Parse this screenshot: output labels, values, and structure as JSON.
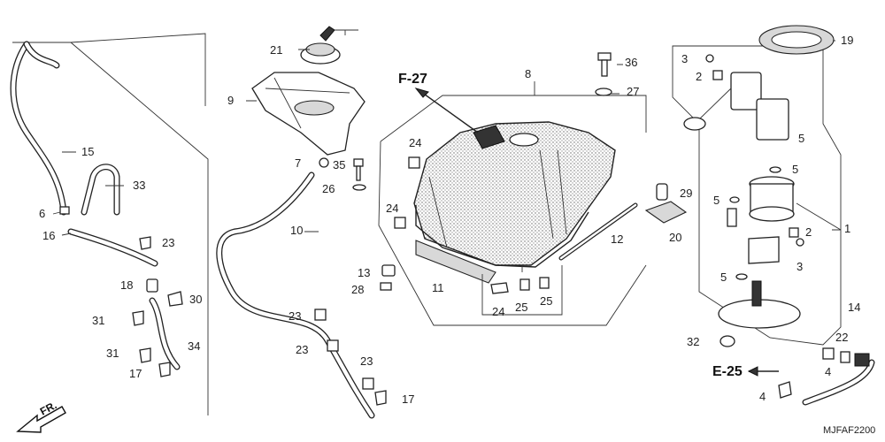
{
  "diagram_code": "MJFAF2200",
  "direction_label": "FR.",
  "refs": {
    "frame": "F-27",
    "electrical": "E-25"
  },
  "callouts": [
    {
      "id": "c1",
      "text": "1"
    },
    {
      "id": "c2a",
      "text": "2"
    },
    {
      "id": "c2b",
      "text": "2"
    },
    {
      "id": "c3a",
      "text": "3"
    },
    {
      "id": "c3b",
      "text": "3"
    },
    {
      "id": "c4a",
      "text": "4"
    },
    {
      "id": "c4b",
      "text": "4"
    },
    {
      "id": "c5a",
      "text": "5"
    },
    {
      "id": "c5b",
      "text": "5"
    },
    {
      "id": "c5c",
      "text": "5"
    },
    {
      "id": "c5d",
      "text": "5"
    },
    {
      "id": "c6",
      "text": "6"
    },
    {
      "id": "c7",
      "text": "7"
    },
    {
      "id": "c8",
      "text": "8"
    },
    {
      "id": "c9",
      "text": "9"
    },
    {
      "id": "c10",
      "text": "10"
    },
    {
      "id": "c11",
      "text": "11"
    },
    {
      "id": "c12",
      "text": "12"
    },
    {
      "id": "c13",
      "text": "13"
    },
    {
      "id": "c14",
      "text": "14"
    },
    {
      "id": "c15",
      "text": "15"
    },
    {
      "id": "c16",
      "text": "16"
    },
    {
      "id": "c17a",
      "text": "17"
    },
    {
      "id": "c17b",
      "text": "17"
    },
    {
      "id": "c18",
      "text": "18"
    },
    {
      "id": "c19",
      "text": "19"
    },
    {
      "id": "c20",
      "text": "20"
    },
    {
      "id": "c21",
      "text": "21"
    },
    {
      "id": "c22",
      "text": "22"
    },
    {
      "id": "c23a",
      "text": "23"
    },
    {
      "id": "c23b",
      "text": "23"
    },
    {
      "id": "c23c",
      "text": "23"
    },
    {
      "id": "c23d",
      "text": "23"
    },
    {
      "id": "c24a",
      "text": "24"
    },
    {
      "id": "c24b",
      "text": "24"
    },
    {
      "id": "c24c",
      "text": "24"
    },
    {
      "id": "c25a",
      "text": "25"
    },
    {
      "id": "c25b",
      "text": "25"
    },
    {
      "id": "c26",
      "text": "26"
    },
    {
      "id": "c27",
      "text": "27"
    },
    {
      "id": "c28",
      "text": "28"
    },
    {
      "id": "c29",
      "text": "29"
    },
    {
      "id": "c30",
      "text": "30"
    },
    {
      "id": "c31a",
      "text": "31"
    },
    {
      "id": "c31b",
      "text": "31"
    },
    {
      "id": "c32",
      "text": "32"
    },
    {
      "id": "c33",
      "text": "33"
    },
    {
      "id": "c34",
      "text": "34"
    },
    {
      "id": "c35",
      "text": "35"
    },
    {
      "id": "c36",
      "text": "36"
    }
  ]
}
